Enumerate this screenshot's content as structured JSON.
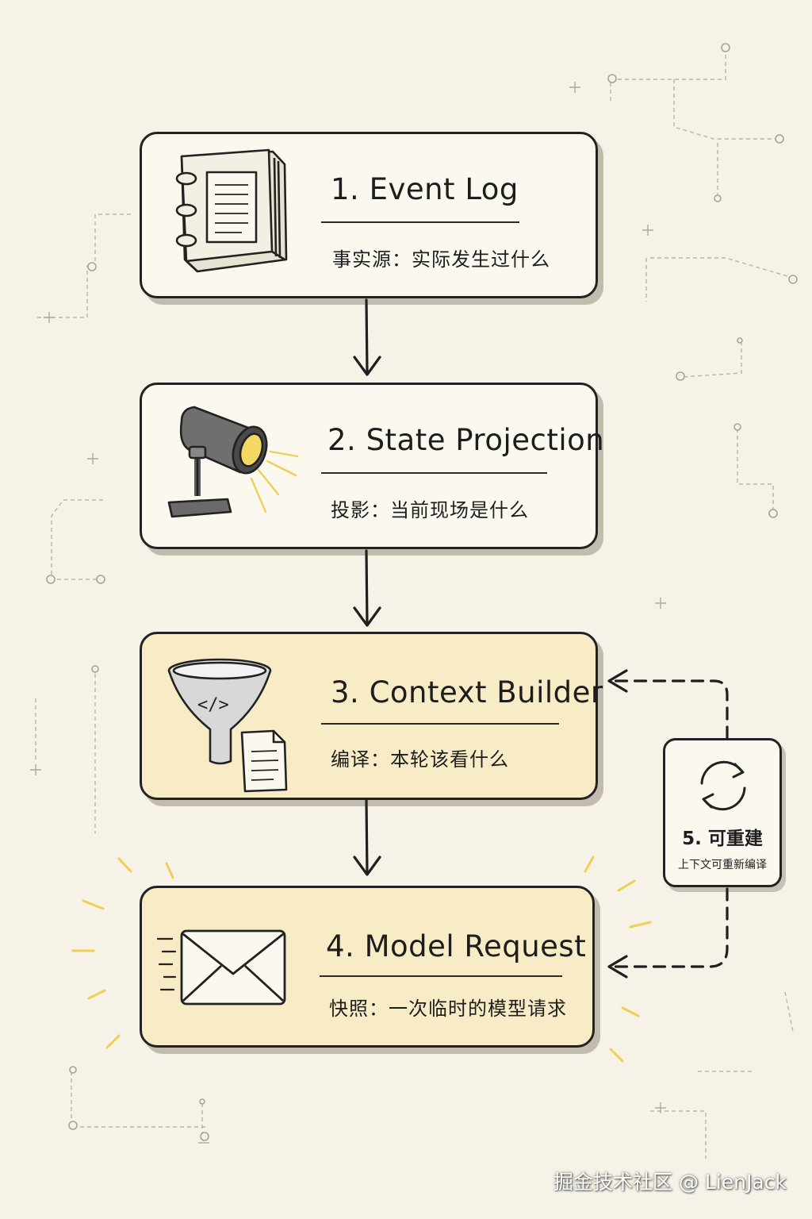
{
  "steps": [
    {
      "title": "1. Event Log",
      "subtitle": "事实源：实际发生过什么",
      "icon": "notebook-icon"
    },
    {
      "title": "2. State Projection",
      "subtitle": "投影：当前现场是什么",
      "icon": "spotlight-icon"
    },
    {
      "title": "3. Context Builder",
      "subtitle": "编译：本轮该看什么",
      "icon": "funnel-icon"
    },
    {
      "title": "4. Model Request",
      "subtitle": "快照：一次临时的模型请求",
      "icon": "envelope-icon"
    }
  ],
  "rebuild": {
    "title": "5. 可重建",
    "subtitle": "上下文可重新编译",
    "icon": "refresh-cycle-icon"
  },
  "watermark": "掘金技术社区 @ LienJack",
  "colors": {
    "background": "#f6f2e8",
    "card": "#fbf8f0",
    "card_highlight": "#f7ecc6",
    "accent_yellow": "#f3d35a",
    "ink": "#222222"
  }
}
